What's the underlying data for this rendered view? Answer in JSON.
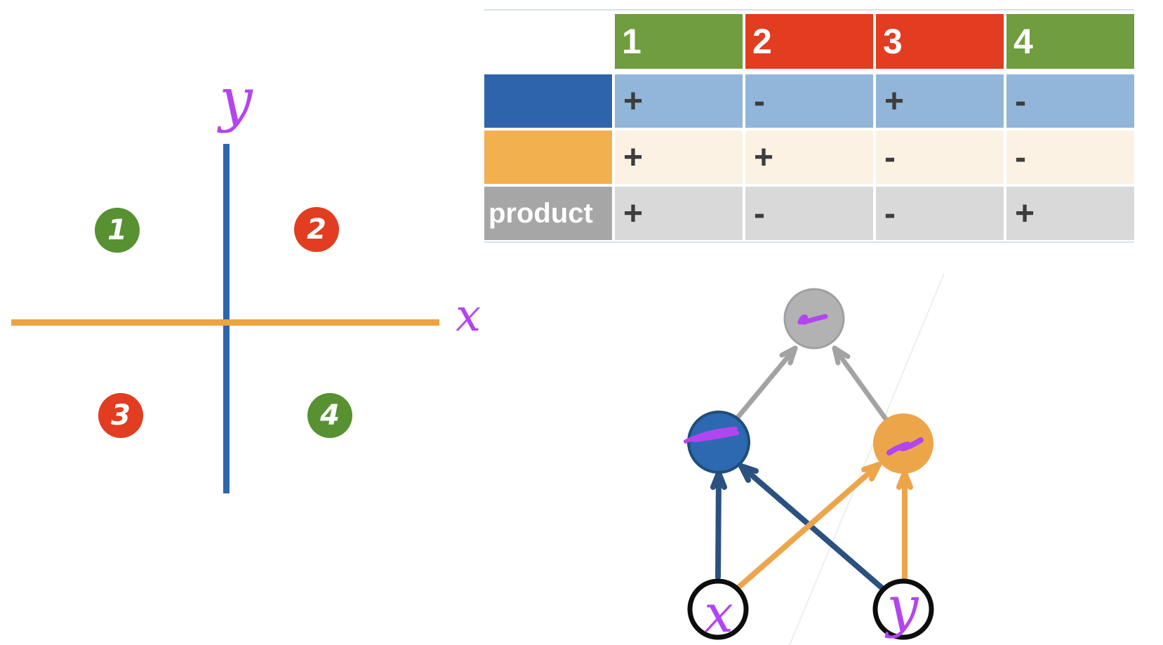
{
  "palette": {
    "green": "#579131",
    "green_header": "#6f9d3f",
    "red": "#e23c21",
    "blue": "#2e64ab",
    "light_blue": "#92b6d9",
    "orange": "#f2b04e",
    "cream": "#fbf2e4",
    "gray": "#a6a6a6",
    "light_gray": "#d9d9d9",
    "node_gray": "#b2b2b2",
    "arrow_navy": "#2a5180",
    "arrow_orange": "#eda54a",
    "purple_ink": "#b345f0"
  },
  "quadrant_plot": {
    "x_axis_label": "x",
    "y_axis_label": "y",
    "quadrants": [
      {
        "label": "1",
        "color": "green"
      },
      {
        "label": "2",
        "color": "red"
      },
      {
        "label": "3",
        "color": "red"
      },
      {
        "label": "4",
        "color": "green"
      }
    ]
  },
  "sign_table": {
    "corner_label": "",
    "column_headers": [
      {
        "label": "1",
        "color": "green"
      },
      {
        "label": "2",
        "color": "red"
      },
      {
        "label": "3",
        "color": "red"
      },
      {
        "label": "4",
        "color": "green"
      }
    ],
    "rows": [
      {
        "header_label": "",
        "header_color": "blue",
        "cells": [
          "+",
          "-",
          "+",
          "-"
        ]
      },
      {
        "header_label": "",
        "header_color": "orange",
        "cells": [
          "+",
          "+",
          "-",
          "-"
        ]
      },
      {
        "header_label": "product",
        "header_color": "gray",
        "cells": [
          "+",
          "-",
          "-",
          "+"
        ]
      }
    ]
  },
  "network": {
    "input_labels": [
      "x",
      "y"
    ],
    "hidden_nodes": [
      {
        "color": "blue",
        "mark": "minus-scribble"
      },
      {
        "color": "orange",
        "mark": "minus-scribble"
      }
    ],
    "output_node": {
      "color": "gray",
      "mark": "minus-scribble"
    }
  }
}
